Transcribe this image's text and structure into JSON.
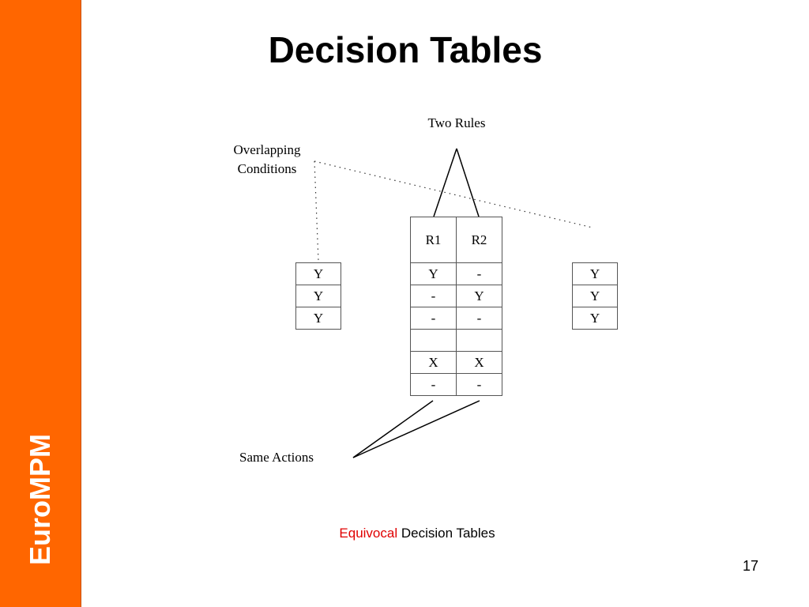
{
  "brand": "EuroMPM",
  "title": "Decision Tables",
  "labels": {
    "overlapping_line1": "Overlapping",
    "overlapping_line2": "Conditions",
    "two_rules": "Two Rules",
    "same_actions": "Same Actions"
  },
  "left_table": [
    "Y",
    "Y",
    "Y"
  ],
  "right_table": [
    "Y",
    "Y",
    "Y"
  ],
  "main_table": {
    "headers": [
      "R1",
      "R2"
    ],
    "rows": [
      [
        "Y",
        "-"
      ],
      [
        "-",
        "Y"
      ],
      [
        "-",
        "-"
      ],
      [
        "",
        ""
      ],
      [
        "X",
        "X"
      ],
      [
        "-",
        "-"
      ]
    ]
  },
  "caption": {
    "highlight": "Equivocal",
    "rest": " Decision Tables",
    "highlight_color": "#e00000"
  },
  "page_number": "17",
  "colors": {
    "sidebar": "#ff6600",
    "text": "#000000"
  }
}
